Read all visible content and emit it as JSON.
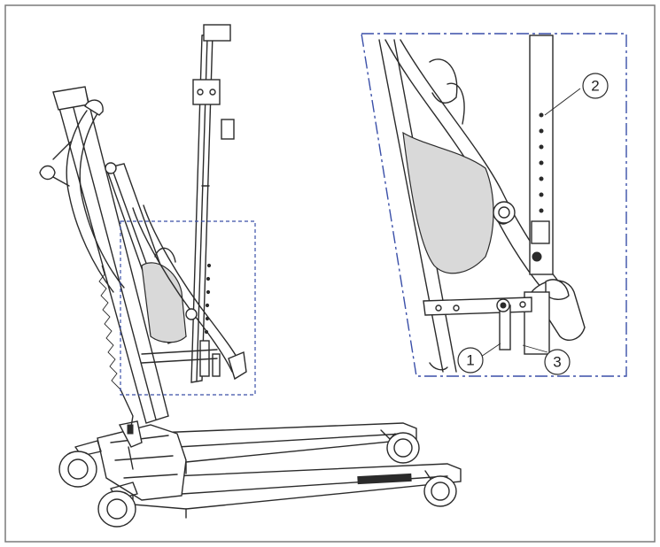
{
  "callouts": [
    {
      "id": "1",
      "text": "1"
    },
    {
      "id": "2",
      "text": "2"
    },
    {
      "id": "3",
      "text": "3"
    }
  ],
  "colors": {
    "frame": "#7a7a7a",
    "line": "#2b2b2b",
    "detail_border": "#3a4fa8",
    "background": "#ffffff"
  }
}
